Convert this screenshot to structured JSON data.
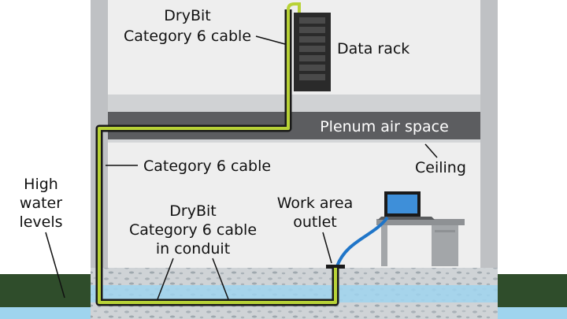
{
  "labels": {
    "drybit_cat6_line1": "DryBit",
    "drybit_cat6_line2": "Category 6 cable",
    "data_rack": "Data rack",
    "plenum_air_space": "Plenum air space",
    "category6_cable": "Category 6 cable",
    "ceiling": "Ceiling",
    "high_water_line1": "High",
    "high_water_line2": "water",
    "high_water_line3": "levels",
    "drybit_conduit_line1": "DryBit",
    "drybit_conduit_line2": "Category 6 cable",
    "drybit_conduit_line3": "in conduit",
    "work_area_line1": "Work area",
    "work_area_line2": "outlet"
  },
  "colors": {
    "wall_gray": "#bfc1c4",
    "room_fill": "#eeeeee",
    "plenum_dark": "#5c5d60",
    "cable_green": "#b8d237",
    "cable_black": "#1a1a1a",
    "water_blue": "#9fd4ee",
    "ground_green": "#2f4d2b",
    "blue_cable": "#1f75c8",
    "rack_black": "#2a2a2a"
  },
  "icons": [
    "data-rack-icon",
    "laptop-icon",
    "desk-icon",
    "wall-outlet-icon"
  ]
}
